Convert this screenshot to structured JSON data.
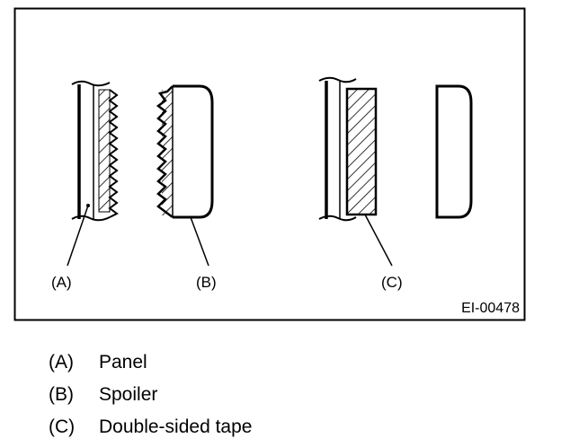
{
  "figure": {
    "code": "EI-00478",
    "callouts": {
      "a": "(A)",
      "b": "(B)",
      "c": "(C)"
    }
  },
  "legend": [
    {
      "code": "(A)",
      "label": "Panel"
    },
    {
      "code": "(B)",
      "label": "Spoiler"
    },
    {
      "code": "(C)",
      "label": "Double-sided tape"
    }
  ]
}
